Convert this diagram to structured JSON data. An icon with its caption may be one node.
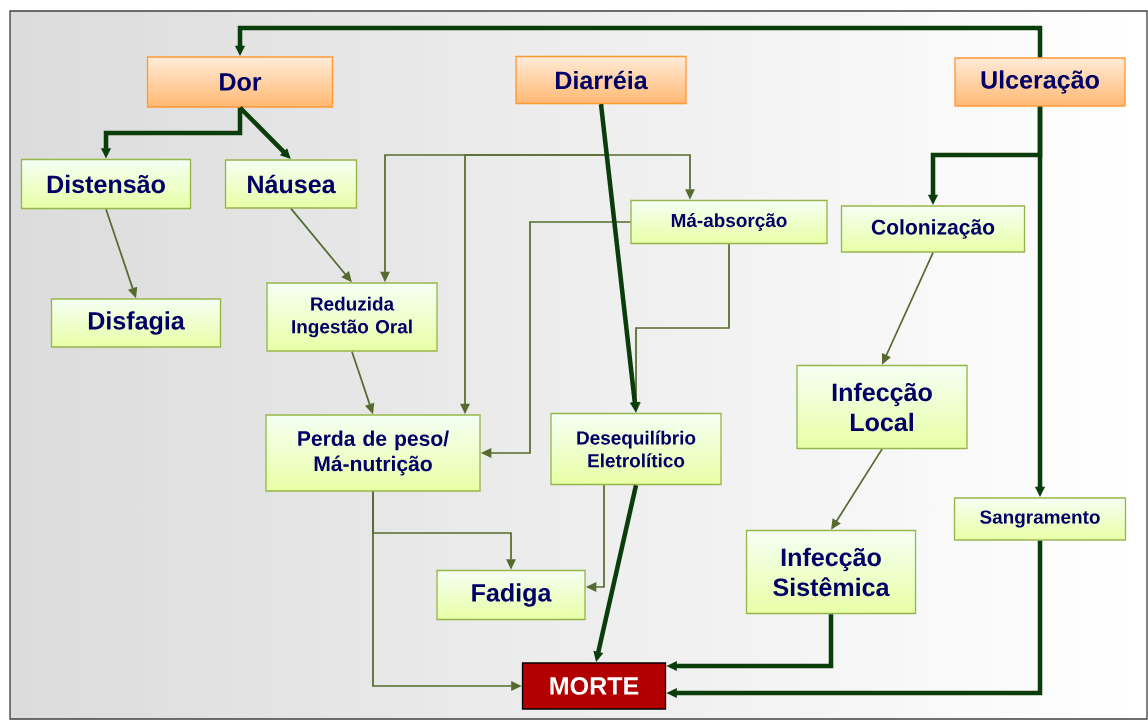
{
  "diagram": {
    "nodes": [
      {
        "text": [
          "Dor"
        ]
      },
      {
        "text": [
          "Diarréia"
        ]
      },
      {
        "text": [
          "Ulceração"
        ]
      },
      {
        "text": [
          "Distensão"
        ]
      },
      {
        "text": [
          "Náusea"
        ]
      },
      {
        "text": [
          "Má-absorção"
        ]
      },
      {
        "text": [
          "Colonização"
        ]
      },
      {
        "text": [
          "Disfagia"
        ]
      },
      {
        "text": [
          "Reduzida Ingestão Oral"
        ]
      },
      {
        "text": [
          "Infecção Local"
        ]
      },
      {
        "text": [
          "Perda de peso/ Má-nutrição"
        ]
      },
      {
        "text": [
          "Desequilíbrio Eletrolítico"
        ]
      },
      {
        "text": [
          "Sangramento"
        ]
      },
      {
        "text": [
          "Infecção Sistêmica"
        ]
      },
      {
        "text": [
          "Fadiga"
        ]
      },
      {
        "text": [
          "MORTE"
        ]
      }
    ],
    "edges": [
      {
        "from": 2,
        "to": 0,
        "arrow": "to",
        "style": "thick",
        "color": "#0b3d0b"
      },
      {
        "from": 0,
        "to": 3,
        "arrow": "to",
        "style": "thick",
        "color": "#0b3d0b"
      },
      {
        "from": 0,
        "to": 4,
        "arrow": "to",
        "style": "thick",
        "color": "#0b3d0b"
      },
      {
        "from": 3,
        "to": 7,
        "arrow": "to"
      },
      {
        "from": 4,
        "to": 8,
        "arrow": "to"
      },
      {
        "from": 1,
        "to": 8,
        "arrow": "to"
      },
      {
        "from": 1,
        "to": 10,
        "arrow": "to"
      },
      {
        "from": 1,
        "to": 5,
        "arrow": "to"
      },
      {
        "from": 5,
        "to": 10,
        "arrow": "to"
      },
      {
        "from": 5,
        "to": 11,
        "arrow": "to"
      },
      {
        "from": 8,
        "to": 10,
        "arrow": "to"
      },
      {
        "from": 10,
        "to": 14,
        "arrow": "to"
      },
      {
        "from": 10,
        "to": 15,
        "arrow": "to"
      },
      {
        "from": 11,
        "to": 14,
        "arrow": "to"
      },
      {
        "from": 1,
        "to": 11,
        "arrow": "to",
        "style": "thick",
        "color": "#0b3d0b"
      },
      {
        "from": 11,
        "to": 15,
        "arrow": "to",
        "style": "thick",
        "color": "#0b3d0b"
      },
      {
        "from": 2,
        "to": 6,
        "arrow": "to",
        "style": "thick",
        "color": "#0b3d0b"
      },
      {
        "from": 2,
        "to": 12,
        "arrow": "to",
        "style": "thick",
        "color": "#0b3d0b"
      },
      {
        "from": 6,
        "to": 9,
        "arrow": "to"
      },
      {
        "from": 9,
        "to": 13,
        "arrow": "to"
      },
      {
        "from": 13,
        "to": 15,
        "arrow": "to",
        "style": "thick",
        "color": "#0b3d0b"
      },
      {
        "from": 12,
        "to": 15,
        "arrow": "to",
        "style": "thick",
        "color": "#0b3d0b"
      }
    ]
  }
}
